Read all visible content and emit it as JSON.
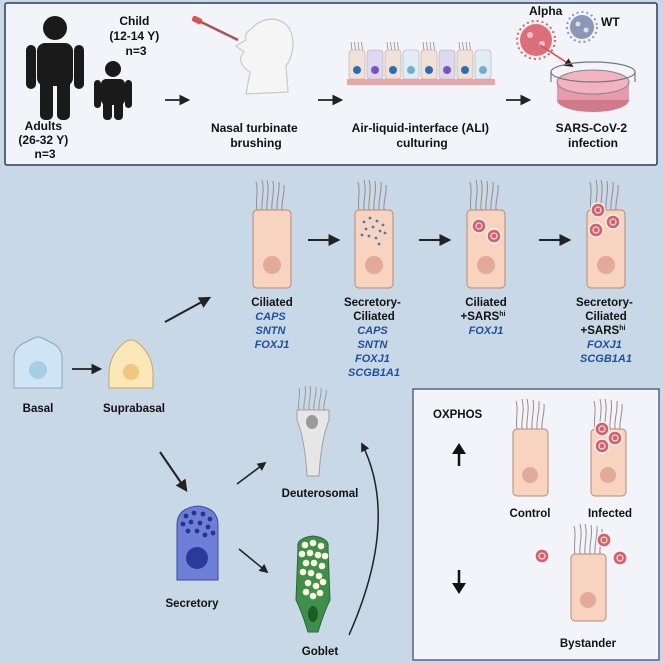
{
  "colors": {
    "background": "#c9d8e6",
    "panel": "#f2f4fa",
    "panel_border": "#2f3a5c",
    "cell_peach": "#f8d3c0",
    "cell_outline": "#b98a74",
    "nucleus": "#e3aa9a",
    "virus": "#d9606b",
    "gene_text": "#1f4f9c",
    "basal": "#cfe4f5",
    "suprabasal": "#fbe7b8",
    "secretory": "#6f7fd8",
    "goblet": "#3f8f4a",
    "deuterosomal": "#e6e6e6"
  },
  "top_panel": {
    "child_label": [
      "Child",
      "(12-14 Y)",
      "n=3"
    ],
    "adult_label": [
      "Adults",
      "(26-32 Y)",
      "n=3"
    ],
    "step_brushing": [
      "Nasal turbinate",
      "brushing"
    ],
    "step_ali": [
      "Air-liquid-interface (ALI)",
      "culturing"
    ],
    "variant_alpha": "Alpha",
    "variant_wt": "WT",
    "step_infection": [
      "SARS-CoV-2",
      "infection"
    ]
  },
  "lineage": {
    "basal": "Basal",
    "suprabasal": "Suprabasal",
    "secretory": "Secretory",
    "deuterosomal": "Deuterosomal",
    "goblet": "Goblet",
    "ciliated": {
      "title": [
        "Ciliated"
      ],
      "genes": [
        "CAPS",
        "SNTN",
        "FOXJ1"
      ]
    },
    "secretory_ciliated": {
      "title": [
        "Secretory-",
        "Ciliated"
      ],
      "genes": [
        "CAPS",
        "SNTN",
        "FOXJ1",
        "SCGB1A1"
      ]
    },
    "ciliated_sars": {
      "title": [
        "Ciliated",
        "+SARS"
      ],
      "sup": "hi",
      "genes": [
        "FOXJ1"
      ]
    },
    "secretory_ciliated_sars": {
      "title": [
        "Secretory-",
        "Ciliated",
        "+SARS"
      ],
      "sup": "hi",
      "genes": [
        "FOXJ1",
        "SCGB1A1"
      ]
    }
  },
  "oxphos_panel": {
    "title": "OXPHOS",
    "control": "Control",
    "infected": "Infected",
    "bystander": "Bystander"
  }
}
